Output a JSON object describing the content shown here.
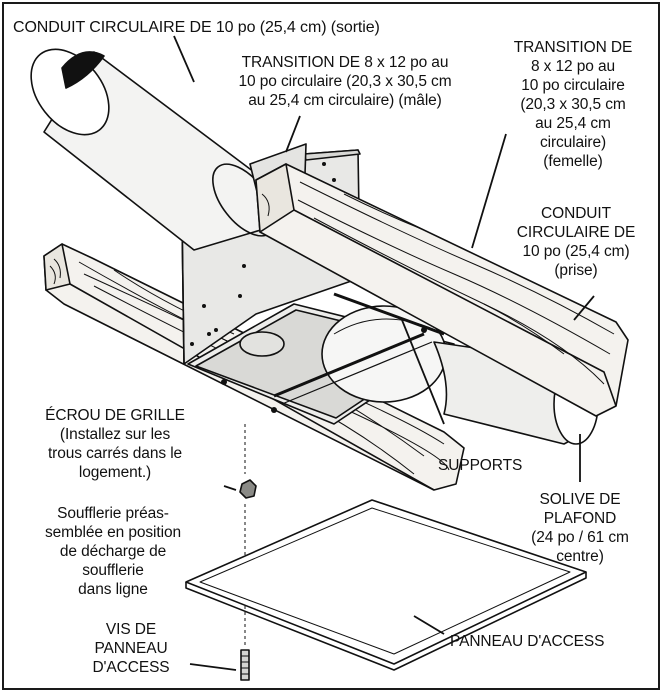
{
  "labels": {
    "outlet_duct": "CONDUIT CIRCULAIRE DE 10 po (25,4 cm) (sortie)",
    "transition_male": "TRANSITION DE 8 x 12 po au\n10 po circulaire (20,3 x 30,5 cm\nau 25,4 cm circulaire) (mâle)",
    "transition_female": "TRANSITION DE\n8 x 12 po au\n10 po circulaire\n(20,3 x 30,5 cm\nau 25,4 cm\ncirculaire)\n(femelle)",
    "inlet_duct": "CONDUIT\nCIRCULAIRE DE\n10 po (25,4 cm)\n(prise)",
    "grille_nut": "ÉCROU DE GRILLE\n(Installez sur les\ntrous carrés dans le\nlogement.)",
    "supports": "SUPPORTS",
    "blower": "Soufflerie préas-\nsemblée en position\nde décharge de\nsoufflerie\ndans ligne",
    "ceiling_joist": "SOLIVE DE\nPLAFOND\n(24 po / 61 cm\ncentre)",
    "access_screw": "VIS DE\nPANNEAU\nD'ACCESS",
    "access_panel": "PANNEAU D'ACCESS"
  },
  "colors": {
    "ink": "#111111",
    "wood": "#f4f2ee",
    "metal": "#e8e8e6",
    "shadow": "#c9c9c6",
    "duct_opening": "#111111"
  }
}
